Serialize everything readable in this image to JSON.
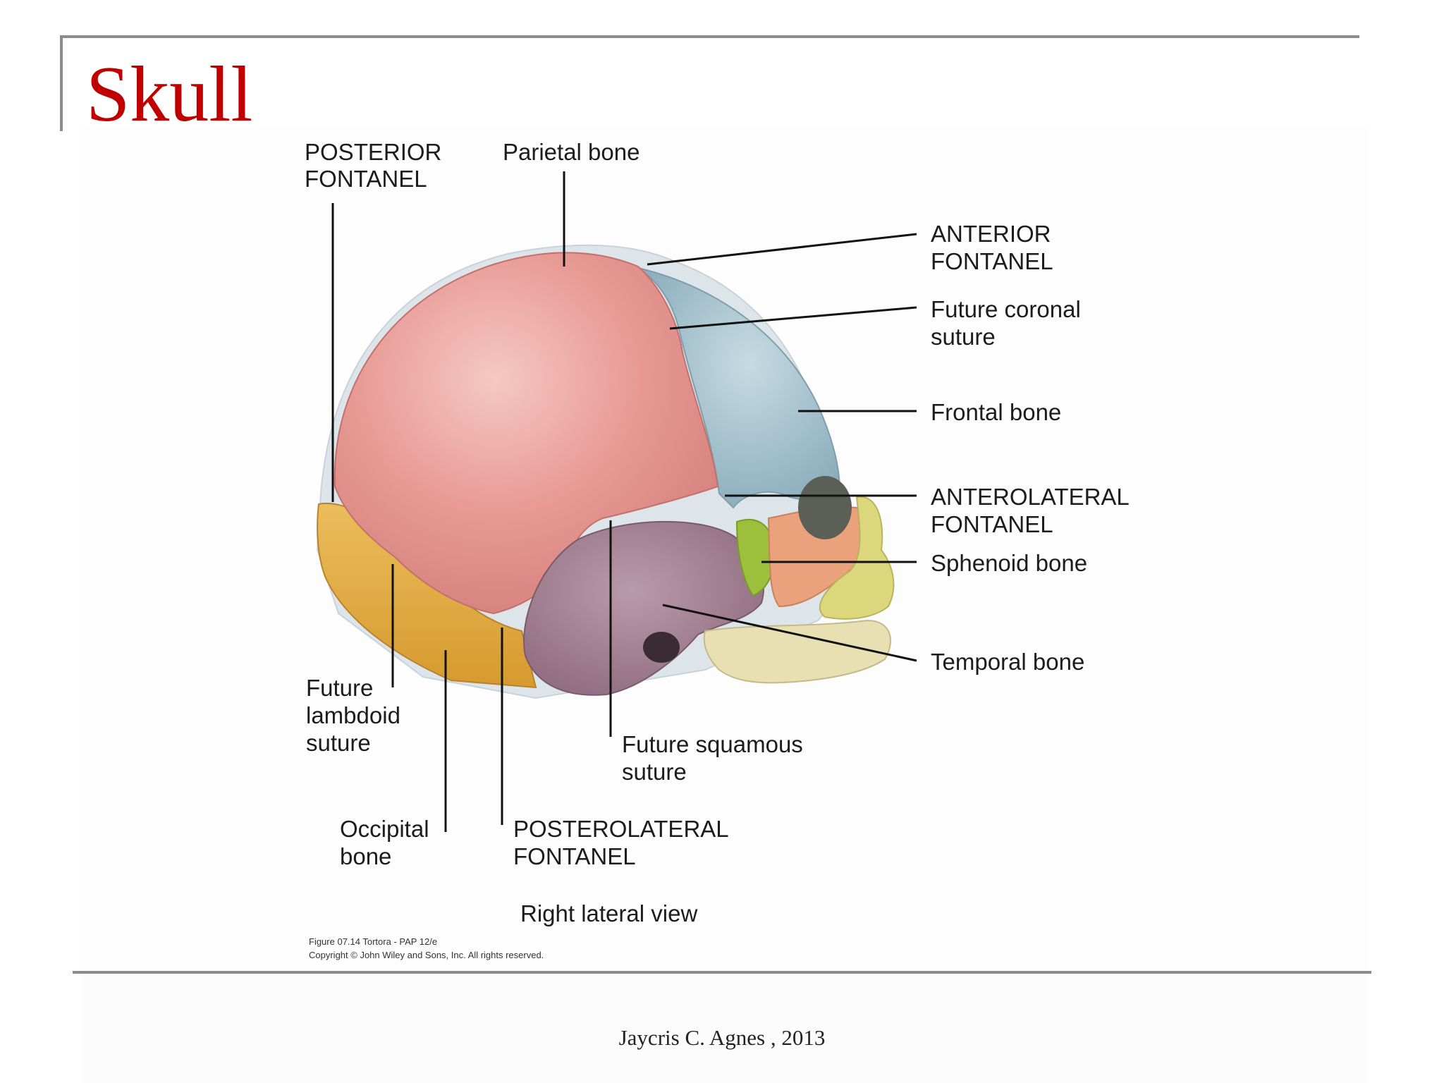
{
  "slide": {
    "title": "Skull",
    "footer": "Jaycris C. Agnes , 2013"
  },
  "figure": {
    "labels": {
      "posterior_fontanel_l1": "POSTERIOR",
      "posterior_fontanel_l2": "FONTANEL",
      "parietal_bone": "Parietal bone",
      "anterior_fontanel_l1": "ANTERIOR",
      "anterior_fontanel_l2": "FONTANEL",
      "coronal_l1": "Future coronal",
      "coronal_l2": "suture",
      "frontal_bone": "Frontal bone",
      "anterolateral_l1": "ANTEROLATERAL",
      "anterolateral_l2": "FONTANEL",
      "sphenoid_bone": "Sphenoid bone",
      "temporal_bone": "Temporal bone",
      "lambdoid_l1": "Future",
      "lambdoid_l2": "lambdoid",
      "lambdoid_l3": "suture",
      "squamous_l1": "Future squamous",
      "squamous_l2": "suture",
      "occipital_l1": "Occipital",
      "occipital_l2": "bone",
      "posterolateral_l1": "POSTEROLATERAL",
      "posterolateral_l2": "FONTANEL"
    },
    "view_label": "Right lateral view",
    "caption_line1": "Figure 07.14  Tortora - PAP 12/e",
    "caption_line2": "Copyright © John Wiley and Sons, Inc. All rights reserved."
  },
  "colors": {
    "title": "#c00000",
    "parietal": "#e59590",
    "frontal": "#9fbfcc",
    "occipital": "#e0ae45",
    "temporal": "#a07f91",
    "sphenoid": "#9cbf3c",
    "zygomatic": "#e9a27c",
    "maxilla": "#dcd77c",
    "mandible": "#e8dfb3",
    "suture": "#dfe6ea"
  }
}
